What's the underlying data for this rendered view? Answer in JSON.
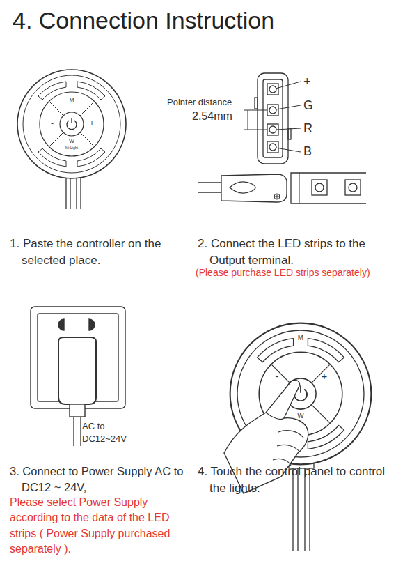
{
  "diagram": {
    "title": "4. Connection Instruction",
    "labels": [
      "M",
      "-",
      "+",
      "W",
      "Mi·Light",
      "+",
      "G",
      "R",
      "B",
      "Pointer distance",
      "2.54mm",
      "1. Paste the controller on the selected place.",
      "2. Connect the LED strips to the Output terminal.",
      "(Please purchase LED strips separately)",
      "AC to DC12~24V",
      "3. Connect to Power Supply AC to DC12 ~ 24V,",
      "Please select Power Supply according to the data of the LED strips ( Power Supply purchased separately ).",
      "4. Touch the control panel to control the lights.",
      "M",
      "-",
      "+",
      "W"
    ]
  }
}
